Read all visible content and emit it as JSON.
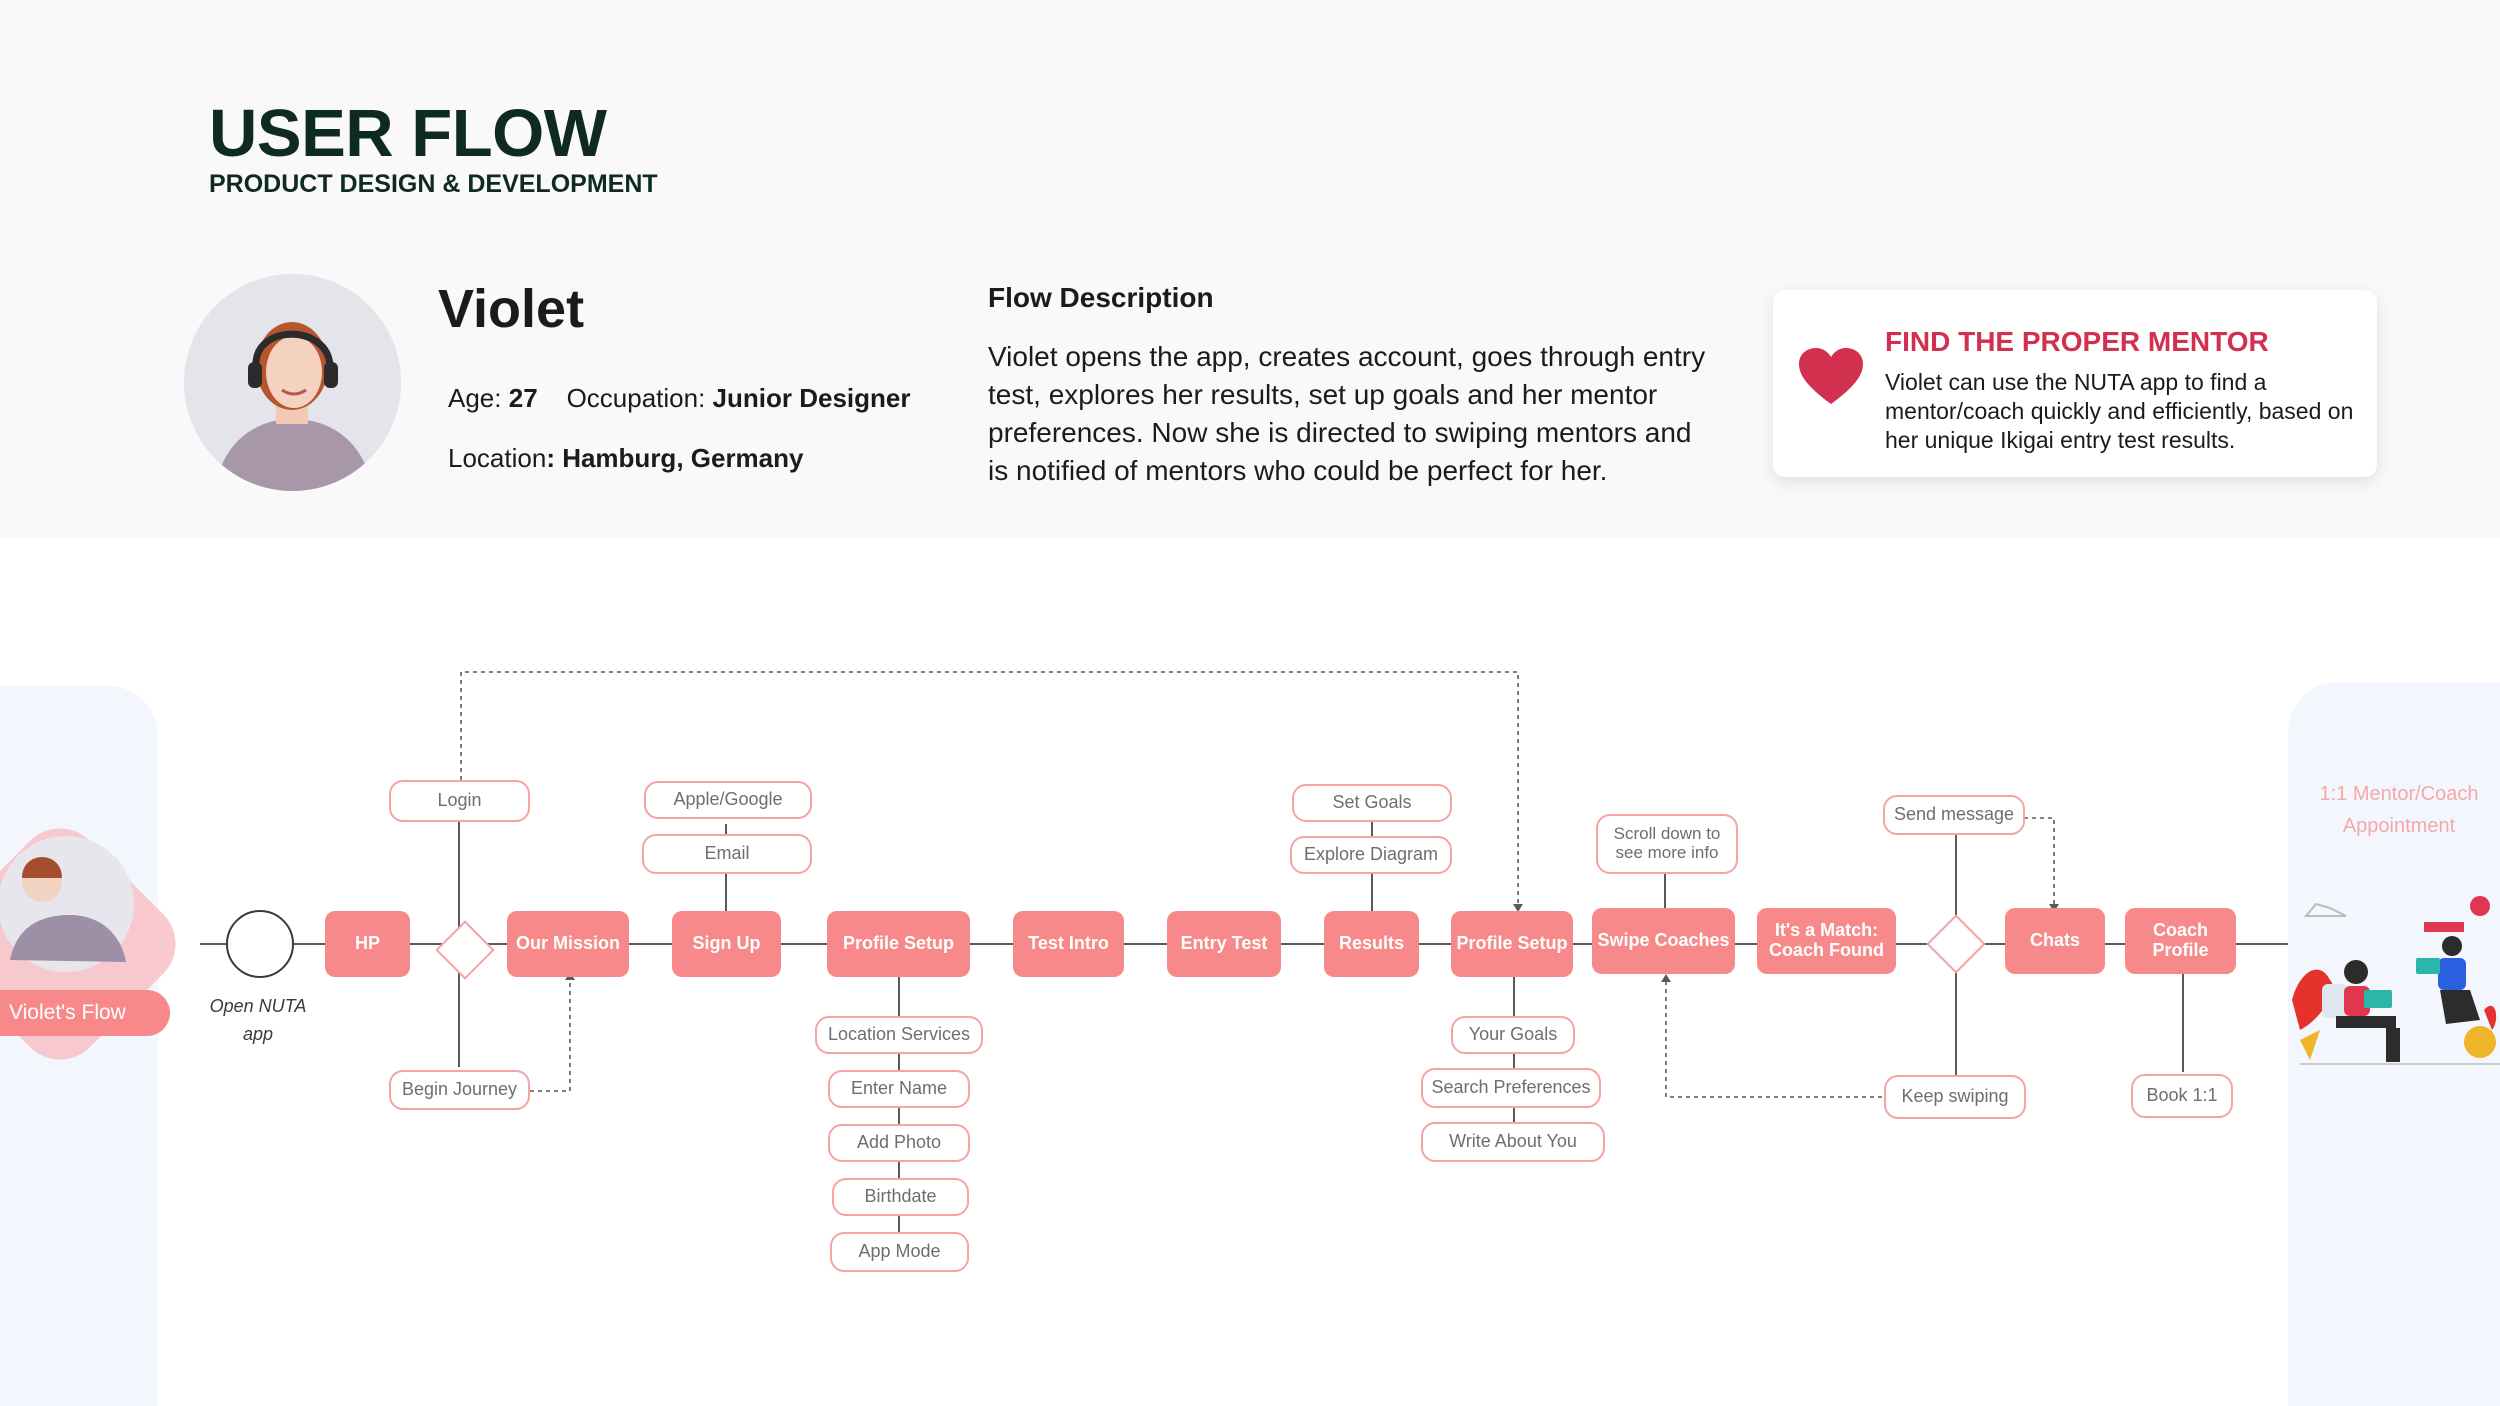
{
  "header": {
    "title": "USER FLOW",
    "subtitle": "PRODUCT DESIGN & DEVELOPMENT"
  },
  "persona": {
    "name": "Violet",
    "age_label": "Age:",
    "age": "27",
    "occupation_label": "Occupation:",
    "occupation": "Junior Designer",
    "location_label": "Location",
    "location": ": Hamburg, Germany"
  },
  "flow_description": {
    "heading": "Flow Description",
    "text": "Violet opens the app, creates account, goes through entry test, explores her results, set up goals and her mentor preferences. Now she is directed to swiping mentors and is notified of mentors who could be perfect for her."
  },
  "goal_card": {
    "heading": "FIND THE PROPER MENTOR",
    "text": "Violet can use the NUTA app to find a mentor/coach quickly and efficiently, based on her unique Ikigai entry test results.",
    "icon": "heart-icon",
    "accent_color": "#d1304e"
  },
  "flow": {
    "start_label": "Violet's Flow",
    "open_label": "Open NUTA app",
    "end_label": "1:1 Mentor/Coach Appointment",
    "main_steps": {
      "hp": "HP",
      "our_mission": "Our Mission",
      "sign_up": "Sign Up",
      "profile_setup_1": "Profile Setup",
      "test_intro": "Test Intro",
      "entry_test": "Entry Test",
      "results": "Results",
      "profile_setup_2": "Profile Setup",
      "swipe_coaches": "Swipe Coaches",
      "match": "It's a Match: Coach Found",
      "chats": "Chats",
      "coach_profile": "Coach Profile"
    },
    "sub_steps": {
      "login": "Login",
      "begin_journey": "Begin Journey",
      "apple_google": "Apple/Google",
      "email": "Email",
      "location_services": "Location Services",
      "enter_name": "Enter Name",
      "add_photo": "Add Photo",
      "birthdate": "Birthdate",
      "app_mode": "App Mode",
      "set_goals": "Set Goals",
      "explore_diagram": "Explore Diagram",
      "your_goals": "Your Goals",
      "search_preferences": "Search Preferences",
      "write_about_you": "Write About You",
      "scroll_down": "Scroll down to see more info",
      "send_message": "Send message",
      "keep_swiping": "Keep swiping",
      "book": "Book 1:1"
    },
    "colors": {
      "main_node": "#f7898a",
      "sub_border": "#f5a3a3",
      "line": "#5a5a5a"
    }
  }
}
